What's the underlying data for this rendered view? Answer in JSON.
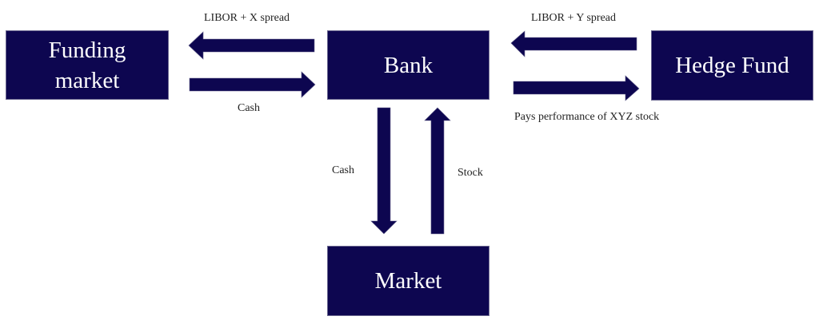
{
  "diagram": {
    "title": "Total return swap flow diagram",
    "colors": {
      "box_fill": "#0d0650",
      "box_text": "#ffffff",
      "arrow_fill": "#0d0650",
      "label_text": "#222222"
    },
    "nodes": {
      "funding_market": {
        "label_line1": "Funding",
        "label_line2": "market"
      },
      "bank": {
        "label": "Bank"
      },
      "hedge_fund": {
        "label": "Hedge Fund"
      },
      "market": {
        "label": "Market"
      }
    },
    "edges": {
      "bank_to_funding": {
        "from": "Bank",
        "to": "Funding market",
        "label": "LIBOR + X spread"
      },
      "funding_to_bank": {
        "from": "Funding market",
        "to": "Bank",
        "label": "Cash"
      },
      "hedge_to_bank": {
        "from": "Hedge Fund",
        "to": "Bank",
        "label": "LIBOR + Y spread"
      },
      "bank_to_hedge": {
        "from": "Bank",
        "to": "Hedge Fund",
        "label": "Pays performance of XYZ stock"
      },
      "bank_to_market": {
        "from": "Bank",
        "to": "Market",
        "label": "Cash"
      },
      "market_to_bank": {
        "from": "Market",
        "to": "Bank",
        "label": "Stock"
      }
    }
  }
}
